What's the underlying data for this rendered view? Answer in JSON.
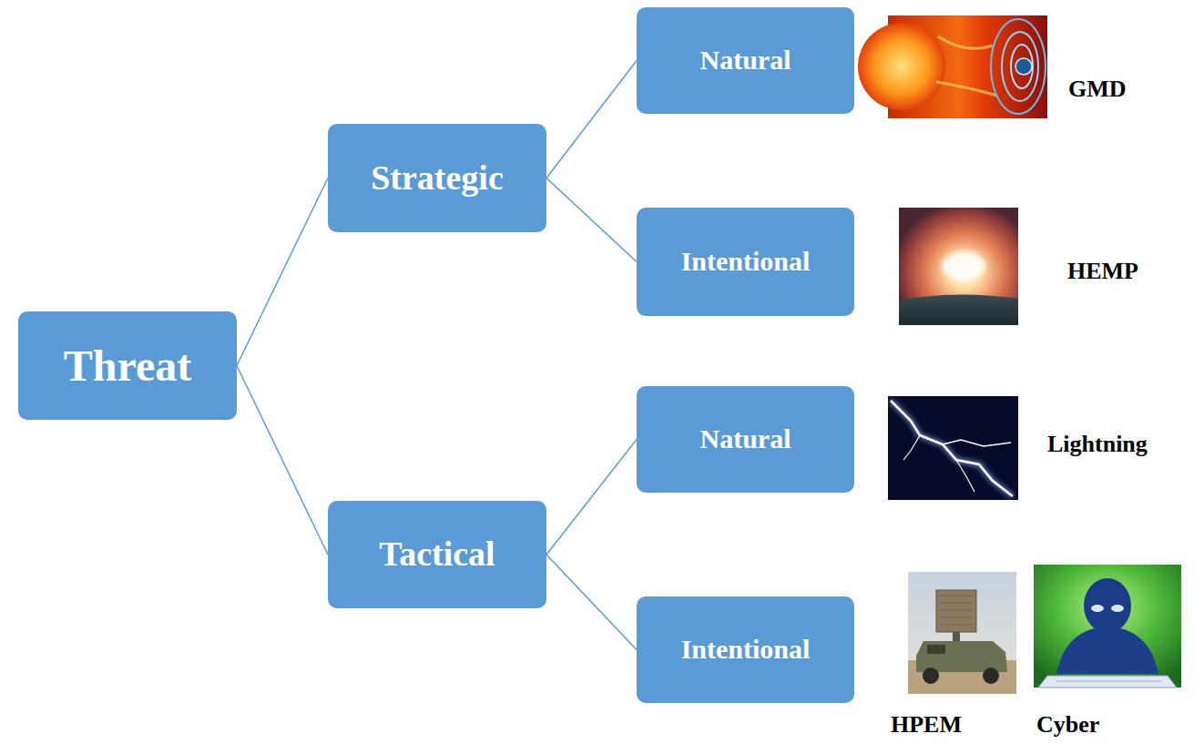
{
  "diagram": {
    "nodes": [
      {
        "text": [
          "Threat"
        ]
      },
      {
        "text": [
          "Strategic"
        ]
      },
      {
        "text": [
          "Tactical"
        ]
      },
      {
        "text": [
          "Natural"
        ]
      },
      {
        "text": [
          "Intentional"
        ]
      },
      {
        "text": [
          "Natural"
        ]
      },
      {
        "text": [
          "Intentional"
        ]
      }
    ],
    "edges": [
      {
        "from": 0,
        "to": 1,
        "arrow": "none"
      },
      {
        "from": 0,
        "to": 2,
        "arrow": "none"
      },
      {
        "from": 1,
        "to": 3,
        "arrow": "none"
      },
      {
        "from": 1,
        "to": 4,
        "arrow": "none"
      },
      {
        "from": 2,
        "to": 5,
        "arrow": "none"
      },
      {
        "from": 2,
        "to": 6,
        "arrow": "none"
      }
    ],
    "labels": [
      "GMD",
      "HEMP",
      "Lightning",
      "HPEM",
      "Cyber"
    ]
  }
}
